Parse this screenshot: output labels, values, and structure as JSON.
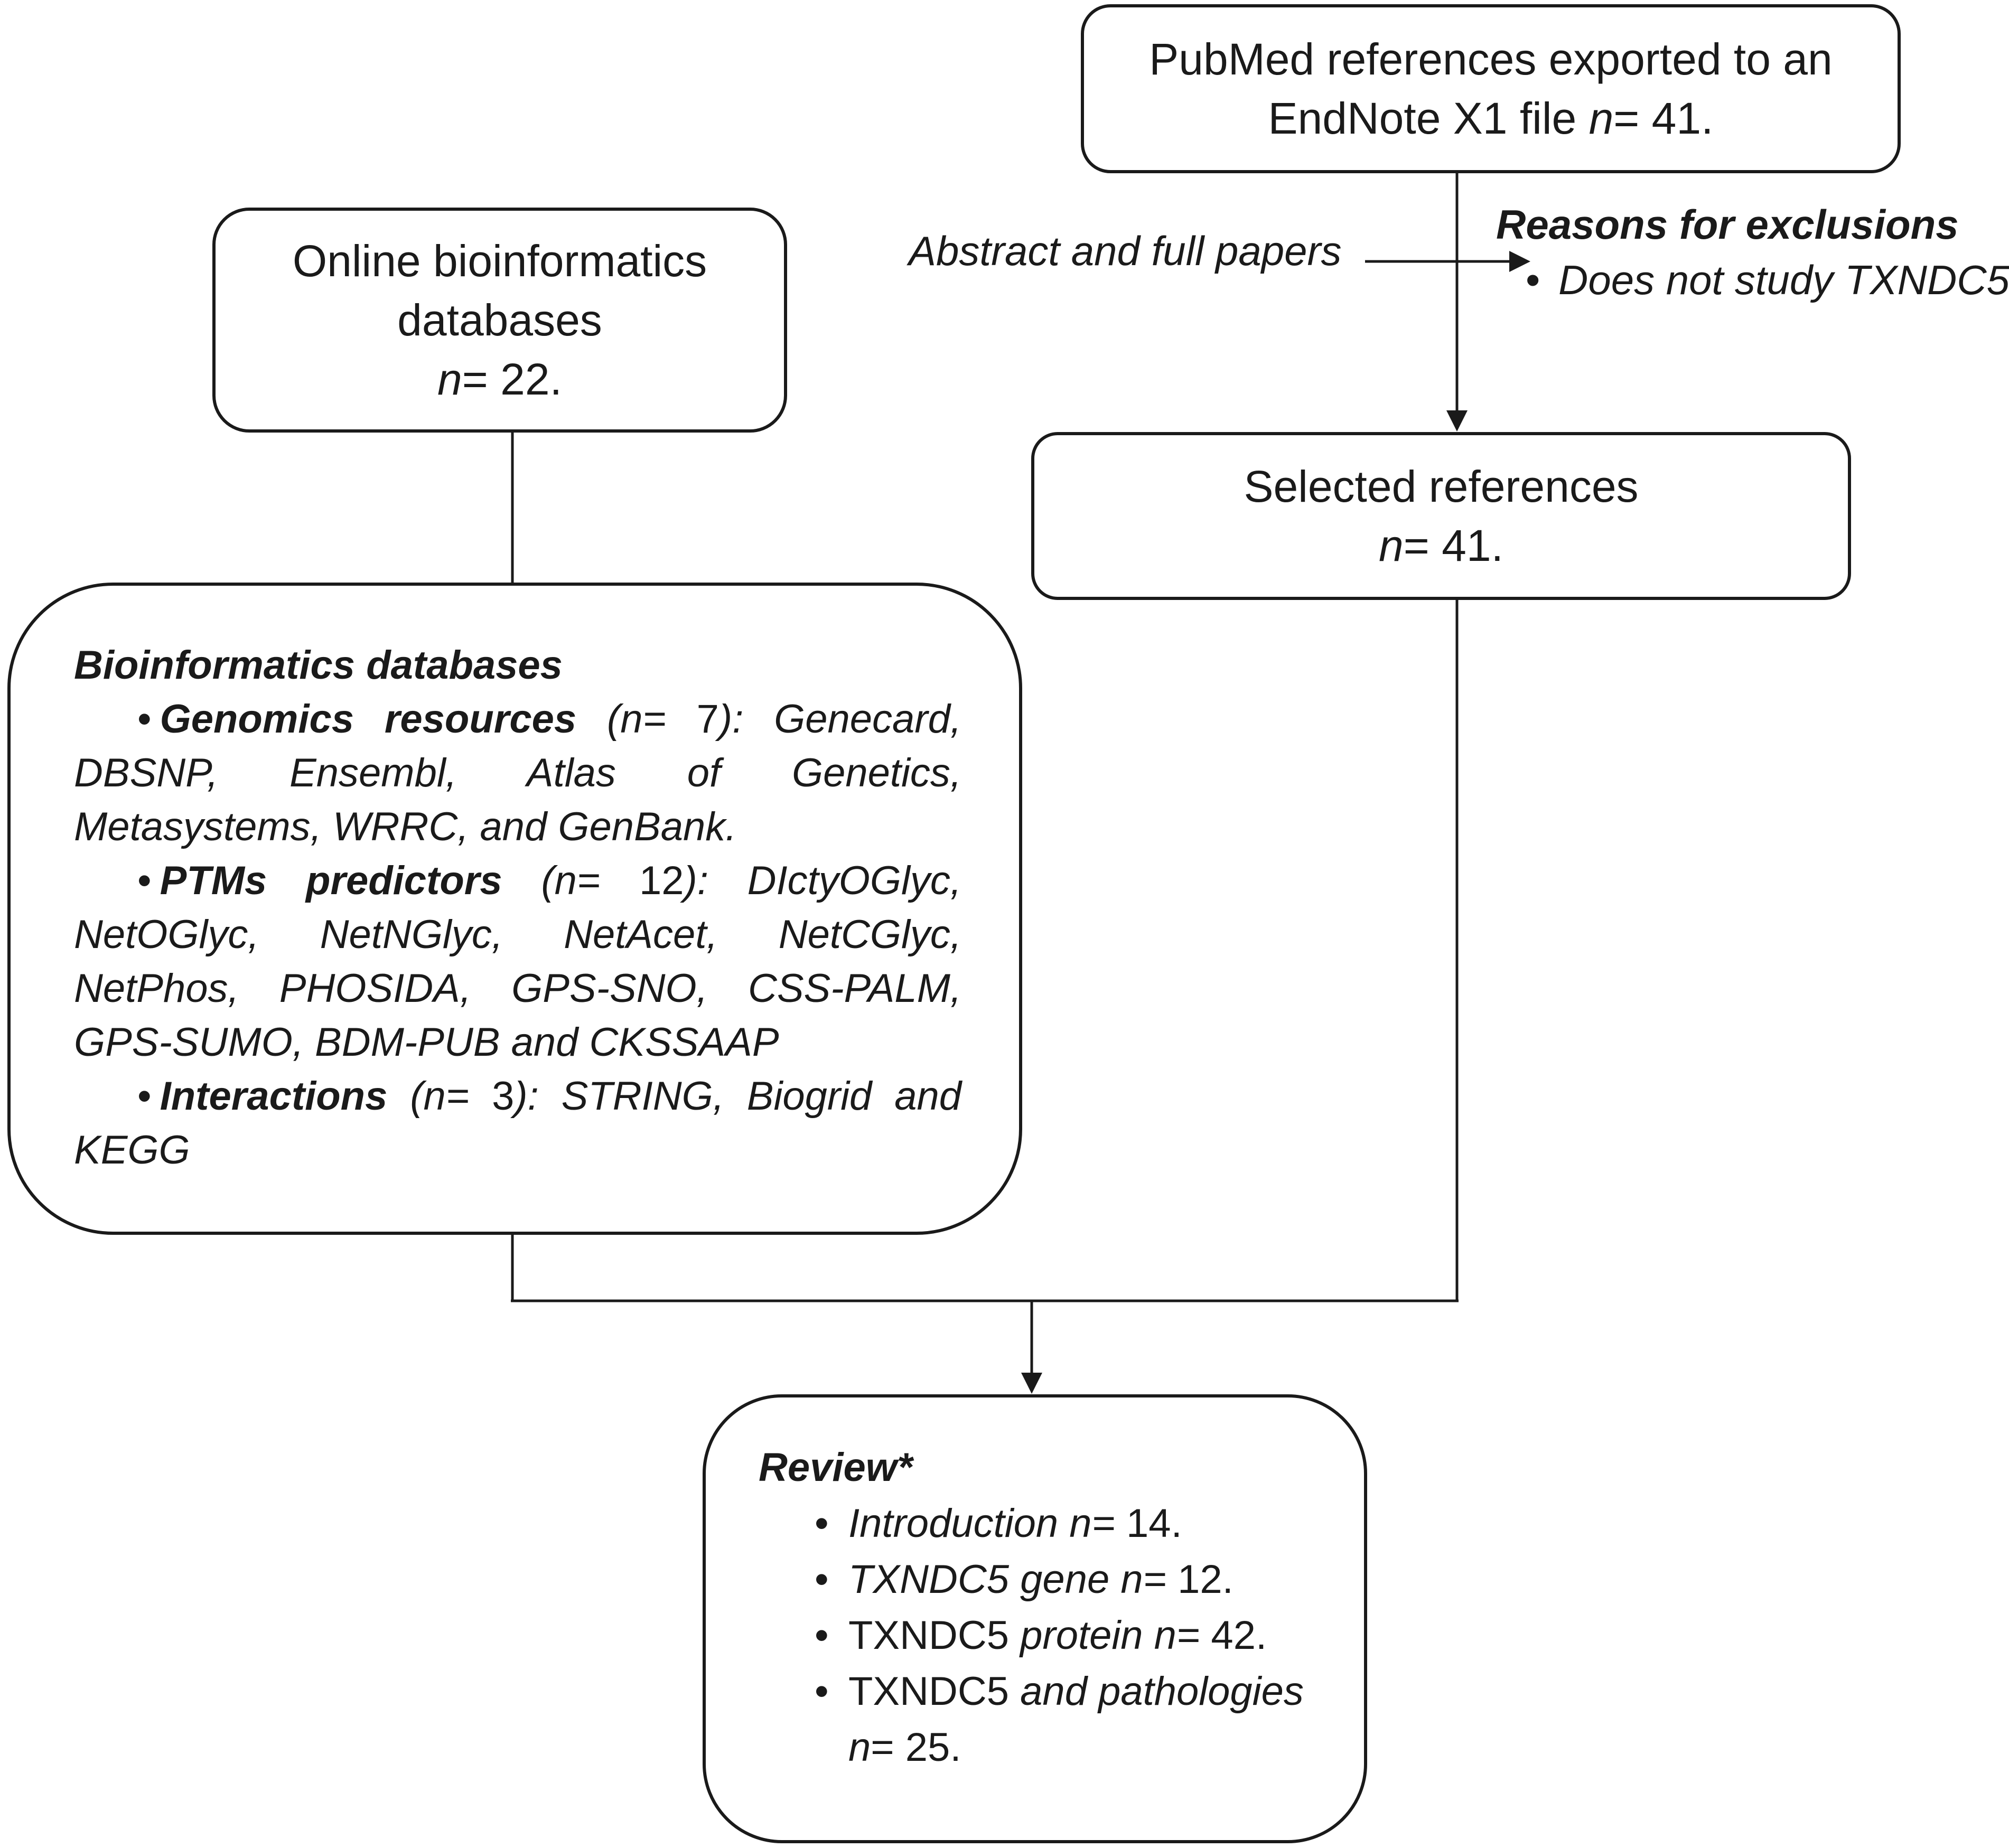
{
  "pubmed_box": {
    "line1": "PubMed references exported to an",
    "line2_text": "EndNote X1 file ",
    "n_label": "n",
    "n_value": "= 41."
  },
  "online_box": {
    "line1": "Online bioinformatics",
    "line2": "databases",
    "n_label": "n",
    "n_value": "= 22."
  },
  "screening": {
    "label": "Abstract and full papers",
    "exclusion_title": "Reasons for exclusions",
    "exclusion_item": "Does not study TXNDC5"
  },
  "selected_box": {
    "line1": "Selected references",
    "n_label": "n",
    "n_value": "= 41."
  },
  "bioinfo_box": {
    "title": "Bioinformatics databases",
    "groups": [
      {
        "name": "Genomics resources",
        "count_open": " (n= ",
        "count": "7",
        "count_close": "): ",
        "items": "Genecard, DBSNP, Ensembl, Atlas of Genetics, Metasystems, WRRC, and GenBank."
      },
      {
        "name": "PTMs predictors",
        "count_open": " (n= ",
        "count": "12",
        "count_close": "): ",
        "items": "DIctyOGlyc, NetOGlyc, NetNGlyc, NetAcet, NetCGlyc, NetPhos, PHOSIDA, GPS-SNO, CSS-PALM, GPS-SUMO, BDM-PUB and CKSSAAP"
      },
      {
        "name": "Interactions",
        "count_open": " (n= ",
        "count": "3",
        "count_close": "): ",
        "items": "STRING, Biogrid and KEGG"
      }
    ]
  },
  "review_box": {
    "title": "Review*",
    "items": [
      {
        "italic_text": "Introduction n=",
        "plain_text": " 14."
      },
      {
        "italic_text": "TXNDC5 gene n=",
        "plain_text": " 12."
      },
      {
        "plain_prefix": "TXNDC5 ",
        "italic_text": "protein n=",
        "plain_text": " 42."
      },
      {
        "plain_prefix": "TXNDC5 ",
        "italic_text": " and pathologies",
        "n_label": "n",
        "plain_text": "= 25."
      }
    ]
  }
}
